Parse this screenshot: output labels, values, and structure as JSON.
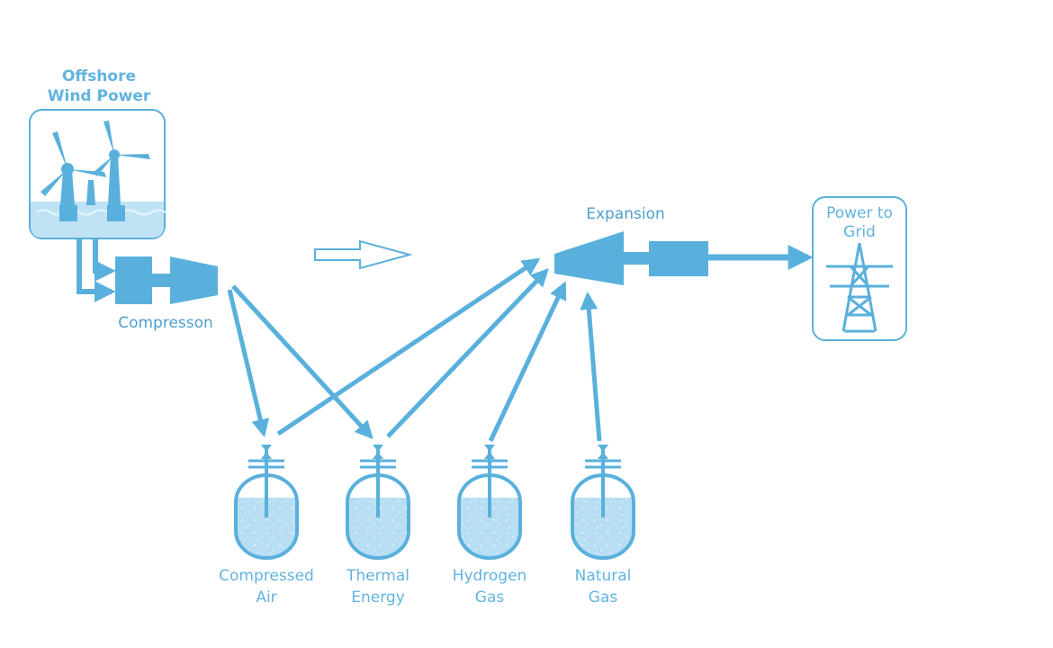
{
  "colors": {
    "primary": "#5ab0dc",
    "light": "#dff1fb",
    "liquid": "#b8def3",
    "text": "#62b3df"
  },
  "sources": {
    "wind": {
      "line1": "Offshore",
      "line2": "Wind Power"
    }
  },
  "stages": {
    "compression": "Compresson",
    "expansion": "Expansion"
  },
  "output": {
    "line1": "Power to",
    "line2": "Grid"
  },
  "storage": [
    {
      "line1": "Compressed",
      "line2": "Air"
    },
    {
      "line1": "Thermal",
      "line2": "Energy"
    },
    {
      "line1": "Hydrogen",
      "line2": "Gas"
    },
    {
      "line1": "Natural",
      "line2": "Gas"
    }
  ],
  "icons": [
    "wind-turbine-icon",
    "compressor-icon",
    "turbine-icon",
    "generator-icon",
    "transmission-tower-icon",
    "storage-tank-icon",
    "direction-arrow-icon"
  ]
}
